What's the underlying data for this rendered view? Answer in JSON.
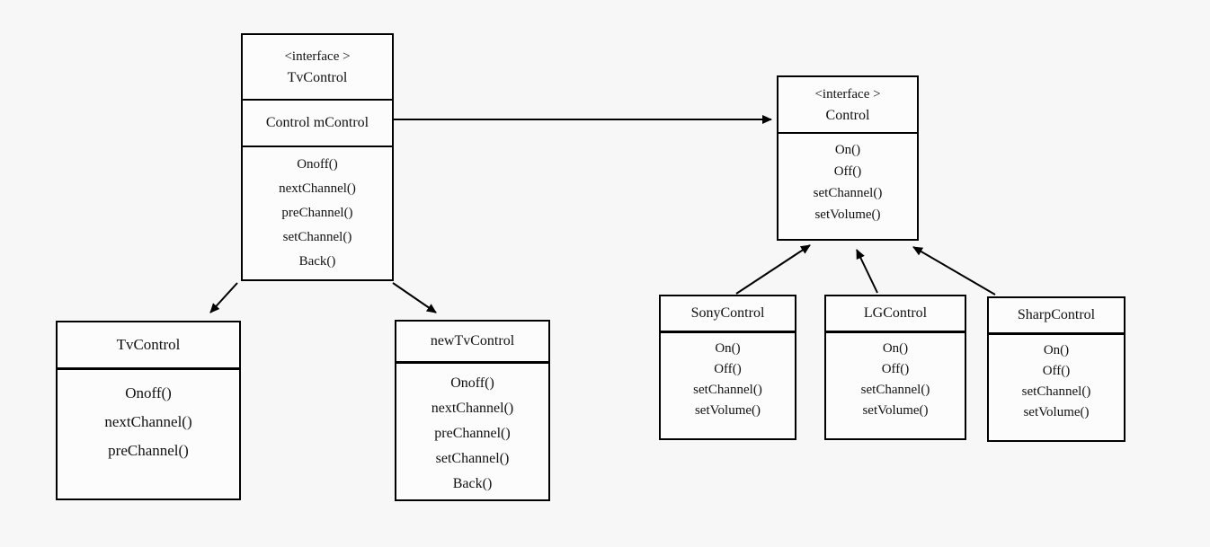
{
  "colors": {
    "background": "#f7f7f7",
    "box_fill": "#fcfcfc",
    "line": "#000000",
    "text": "#111111"
  },
  "boxes": {
    "interface_tvcontrol": {
      "stereotype": "<interface >",
      "name": "TvControl",
      "field": "Control mControl",
      "methods": [
        "Onoff()",
        "nextChannel()",
        "preChannel()",
        "setChannel()",
        "Back()"
      ]
    },
    "interface_control": {
      "stereotype": "<interface >",
      "name": "Control",
      "methods": [
        "On()",
        "Off()",
        "setChannel()",
        "setVolume()"
      ]
    },
    "tvcontrol_class": {
      "name": "TvControl",
      "methods": [
        "Onoff()",
        "nextChannel()",
        "preChannel()"
      ]
    },
    "newtvcontrol_class": {
      "name": "newTvControl",
      "methods": [
        "Onoff()",
        "nextChannel()",
        "preChannel()",
        "setChannel()",
        "Back()"
      ]
    },
    "sonycontrol_class": {
      "name": "SonyControl",
      "methods": [
        "On()",
        "Off()",
        "setChannel()",
        "setVolume()"
      ]
    },
    "lgcontrol_class": {
      "name": "LGControl",
      "methods": [
        "On()",
        "Off()",
        "setChannel()",
        "setVolume()"
      ]
    },
    "sharpcontrol_class": {
      "name": "SharpControl",
      "methods": [
        "On()",
        "Off()",
        "setChannel()",
        "setVolume()"
      ]
    }
  },
  "edges": [
    {
      "from": "interface_tvcontrol.mControl",
      "to": "interface_control",
      "style": "arrow"
    },
    {
      "from": "interface_tvcontrol",
      "to": "tvcontrol_class",
      "style": "arrow"
    },
    {
      "from": "interface_tvcontrol",
      "to": "newtvcontrol_class",
      "style": "arrow"
    },
    {
      "from": "sonycontrol_class",
      "to": "interface_control",
      "style": "arrow"
    },
    {
      "from": "lgcontrol_class",
      "to": "interface_control",
      "style": "arrow"
    },
    {
      "from": "sharpcontrol_class",
      "to": "interface_control",
      "style": "arrow"
    }
  ]
}
